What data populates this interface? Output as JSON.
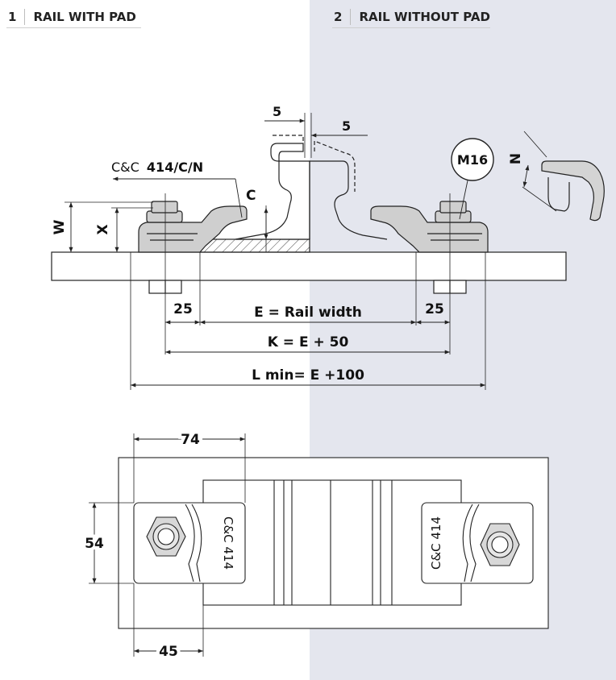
{
  "headings": [
    {
      "num": "1",
      "label": "RAIL WITH PAD"
    },
    {
      "num": "2",
      "label": "RAIL WITHOUT PAD"
    }
  ],
  "labels": {
    "gap_left": "5",
    "gap_right": "5",
    "clip_code": "C&C",
    "clip_code_bold": "414/C/N",
    "C": "C",
    "W": "W",
    "X": "X",
    "N": "N",
    "bolt": "M16",
    "dim_25_left": "25",
    "dim_25_right": "25",
    "E": "E = Rail width",
    "K": "K = E + 50",
    "L": "L min= E +100",
    "dim_74": "74",
    "dim_54": "54",
    "dim_45": "45",
    "plan_clip_left": "C&C 414",
    "plan_clip_right": "C&C 414"
  },
  "colors": {
    "line": "#222222",
    "right_panel": "#e4e6ee",
    "part_fill": "#bfbfbf"
  }
}
